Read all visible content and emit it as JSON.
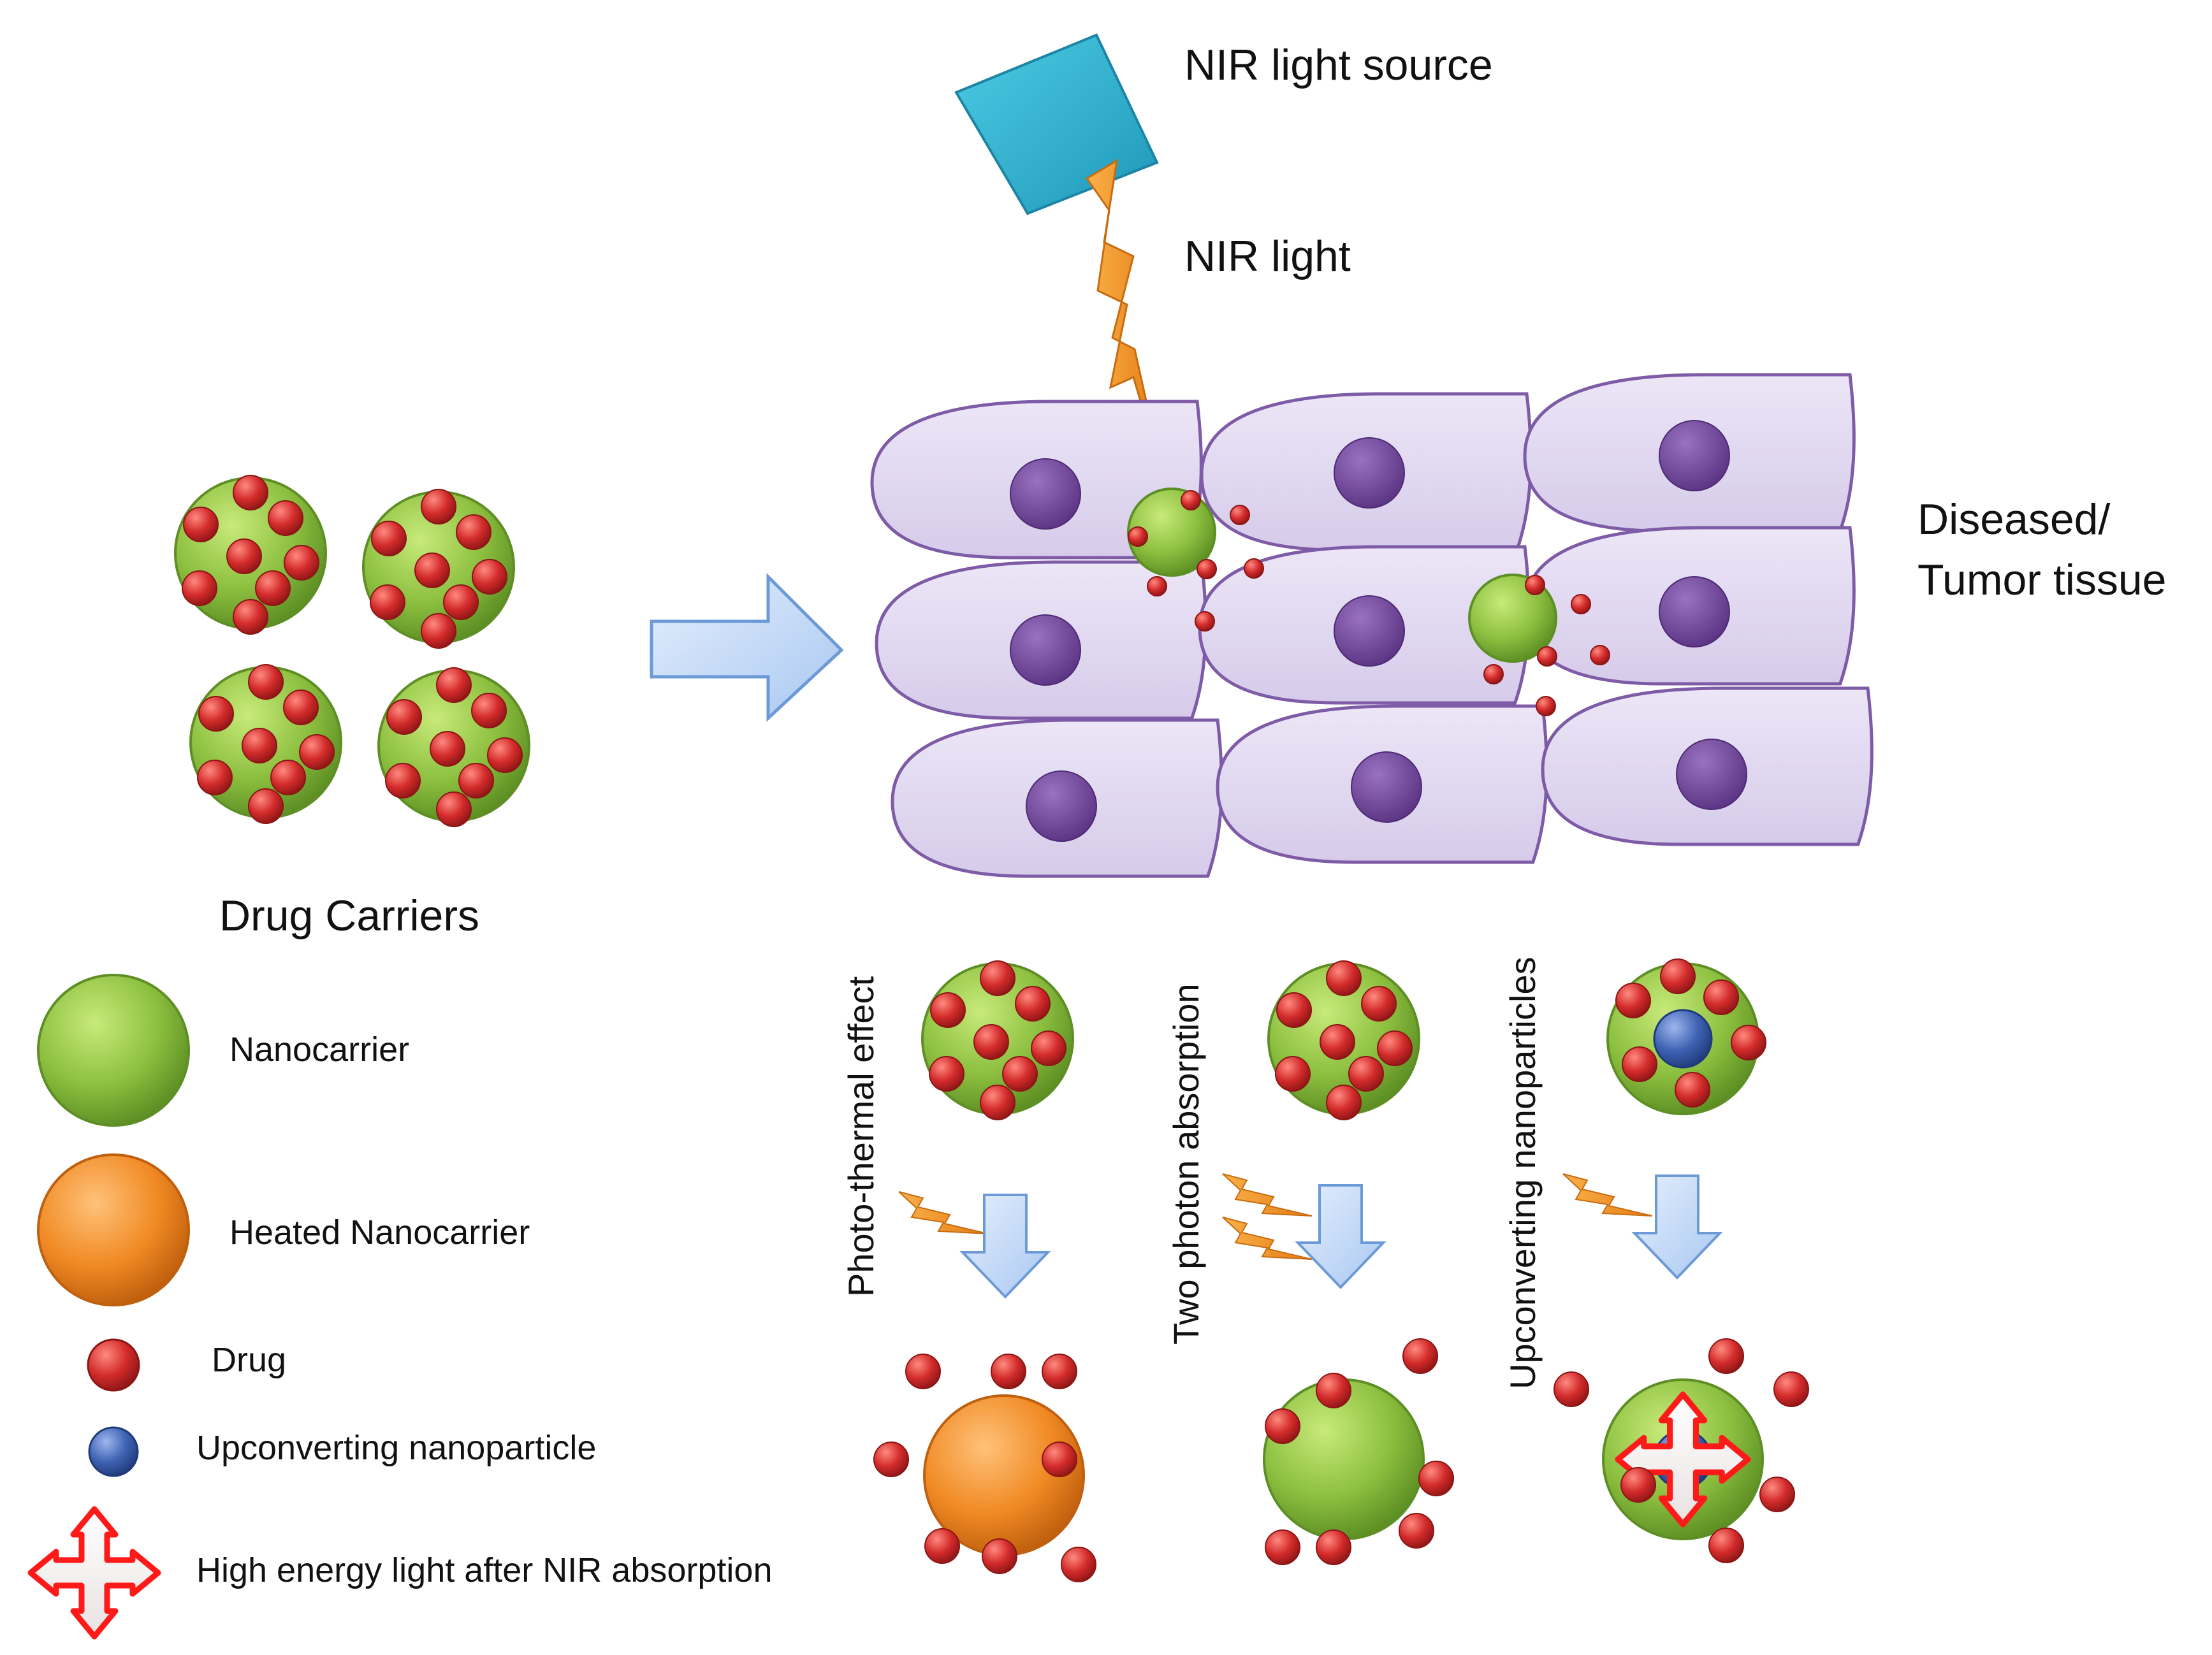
{
  "labels": {
    "nir_source": "NIR light source",
    "nir_light": "NIR light",
    "tissue_line1": "Diseased/",
    "tissue_line2": "Tumor tissue",
    "drug_carriers": "Drug Carriers",
    "mechanism_photothermal": "Photo-thermal effect",
    "mechanism_two_photon": "Two photon absorption",
    "mechanism_upconverting": "Upconverting nanoparticles"
  },
  "legend": [
    {
      "icon": "nanocarrier-icon",
      "label": "Nanocarrier"
    },
    {
      "icon": "heated-nanocarrier-icon",
      "label": "Heated Nanocarrier"
    },
    {
      "icon": "drug-icon",
      "label": "Drug"
    },
    {
      "icon": "upconverting-nanoparticle-icon",
      "label": "Upconverting nanoparticle"
    },
    {
      "icon": "high-energy-light-icon",
      "label": "High energy light after NIR absorption"
    }
  ],
  "colors": {
    "nanocarrier": "#8cbf3f",
    "heated_nanocarrier": "#f08a24",
    "drug": "#d32b2b",
    "upconverting_nanoparticle": "#3f63b3",
    "high_energy_light": "#ff1a1a",
    "cell_fill": "#e1d8f1",
    "cell_stroke": "#7d5ba6",
    "nucleus": "#6e4596",
    "light_source": "#2fb4d2",
    "nir_bolt": "#f7941d",
    "arrow_fill": "#c9dcf8",
    "arrow_stroke": "#6c9ad6"
  }
}
